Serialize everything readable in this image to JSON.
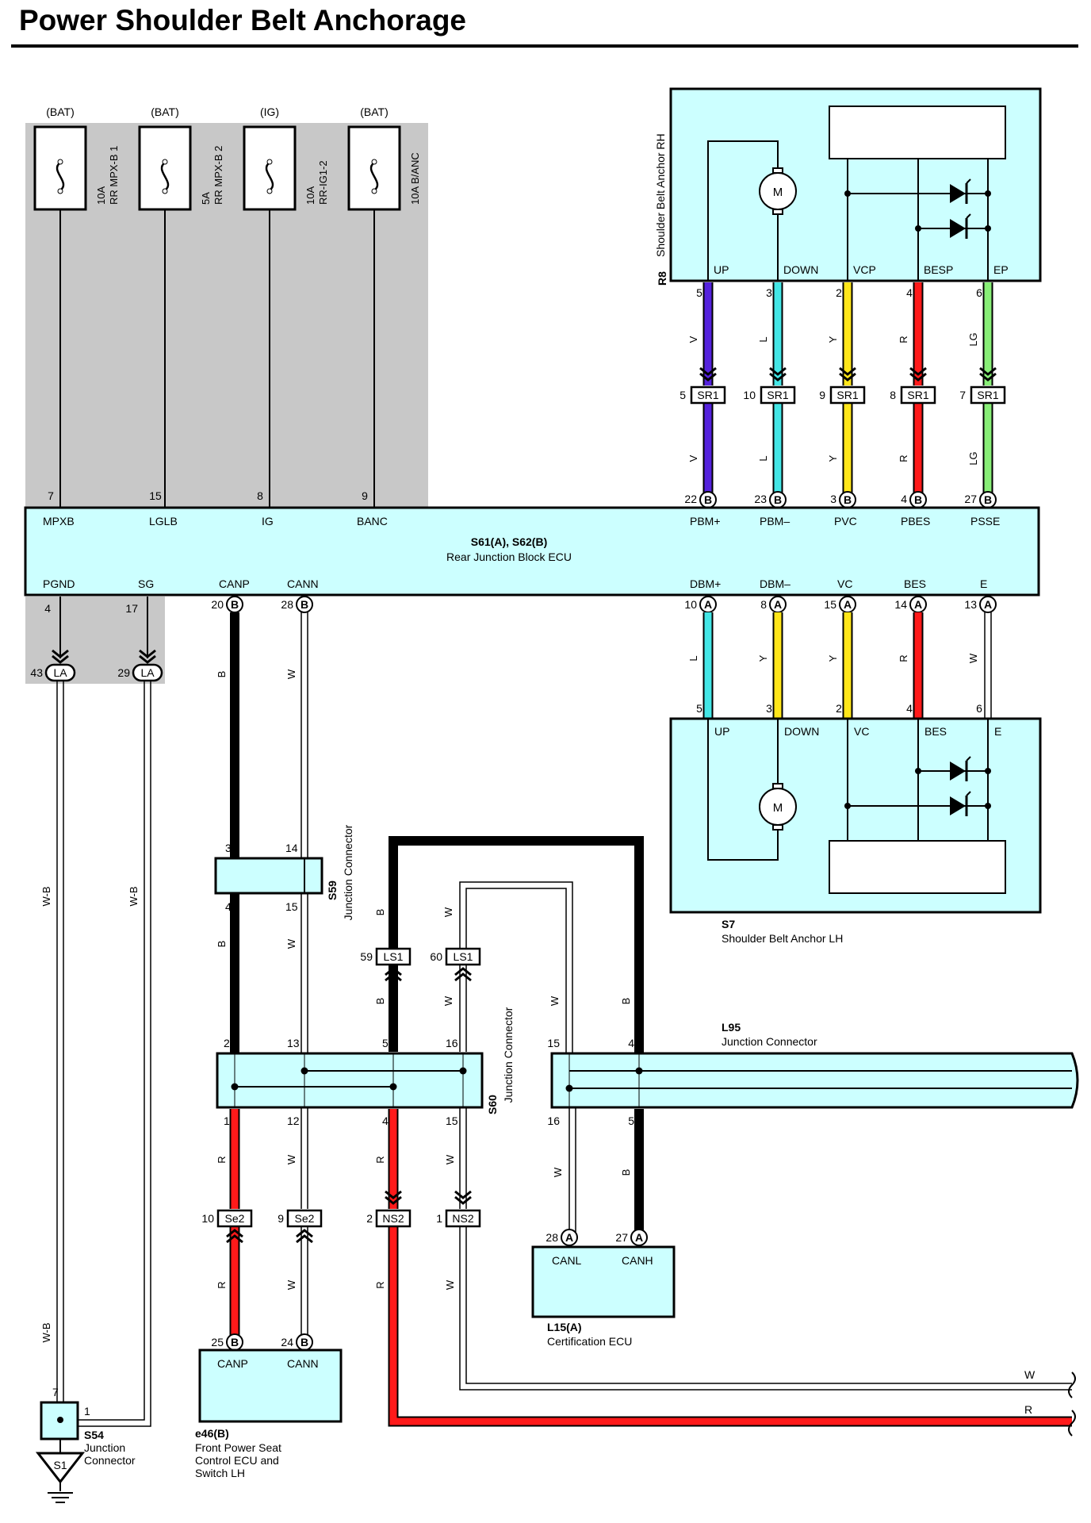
{
  "title": "Power Shoulder Belt Anchorage",
  "colors": {
    "component_fill": "#ccffff",
    "shade": "#c8c8c8",
    "V": "#5522dd",
    "L": "#44e6e6",
    "Y": "#ffe61a",
    "R": "#ff1a1a",
    "LG": "#88ee77",
    "B": "#000000",
    "W": "#ffffff",
    "W-B": "#ffffff"
  },
  "fuses": [
    {
      "source": "(BAT)",
      "rating": "10A",
      "name": "RR MPX-B 1",
      "pin": "7"
    },
    {
      "source": "(BAT)",
      "rating": "5A",
      "name": "RR MPX-B 2",
      "pin": "15"
    },
    {
      "source": "(IG)",
      "rating": "10A",
      "name": "RR-IG1-2",
      "pin": "8"
    },
    {
      "source": "(BAT)",
      "rating": "",
      "name": "10A B/ANC",
      "pin": "9"
    }
  ],
  "ecu": {
    "id": "S61(A), S62(B)",
    "name": "Rear Junction Block ECU",
    "top_terminals": [
      "MPXB",
      "LGLB",
      "IG",
      "BANC",
      "PBM+",
      "PBM–",
      "PVC",
      "PBES",
      "PSSE"
    ],
    "bottom_terminals": [
      "PGND",
      "SG",
      "CANP",
      "CANN",
      "DBM+",
      "DBM–",
      "VC",
      "BES",
      "E"
    ]
  },
  "rh_anchor": {
    "id": "R8",
    "name": "Shoulder Belt Anchor RH",
    "terminals": [
      "UP",
      "DOWN",
      "VCP",
      "BESP",
      "EP"
    ],
    "motor": "M"
  },
  "rh_wires": [
    {
      "pin": "5",
      "color": "V",
      "conn": "SR1",
      "conn_pin": "5",
      "ecu_pin": "22",
      "ecu_conn": "B"
    },
    {
      "pin": "3",
      "color": "L",
      "conn": "SR1",
      "conn_pin": "10",
      "ecu_pin": "23",
      "ecu_conn": "B"
    },
    {
      "pin": "2",
      "color": "Y",
      "conn": "SR1",
      "conn_pin": "9",
      "ecu_pin": "3",
      "ecu_conn": "B"
    },
    {
      "pin": "4",
      "color": "R",
      "conn": "SR1",
      "conn_pin": "8",
      "ecu_pin": "4",
      "ecu_conn": "B"
    },
    {
      "pin": "6",
      "color": "LG",
      "conn": "SR1",
      "conn_pin": "7",
      "ecu_pin": "27",
      "ecu_conn": "B"
    }
  ],
  "lh_anchor": {
    "id": "S7",
    "name": "Shoulder Belt Anchor LH",
    "terminals": [
      "UP",
      "DOWN",
      "VC",
      "BES",
      "E"
    ],
    "motor": "M"
  },
  "lh_wires": [
    {
      "ecu_pin": "10",
      "ecu_conn": "A",
      "color": "L",
      "pin": "5"
    },
    {
      "ecu_pin": "8",
      "ecu_conn": "A",
      "color": "Y",
      "pin": "3"
    },
    {
      "ecu_pin": "15",
      "ecu_conn": "A",
      "color": "Y",
      "pin": "2"
    },
    {
      "ecu_pin": "14",
      "ecu_conn": "A",
      "color": "R",
      "pin": "4"
    },
    {
      "ecu_pin": "13",
      "ecu_conn": "A",
      "color": "W",
      "pin": "6"
    }
  ],
  "ground": {
    "pins": [
      "4",
      "17"
    ],
    "la": [
      {
        "pin": "43",
        "label": "LA"
      },
      {
        "pin": "29",
        "label": "LA"
      }
    ],
    "wire_color": "W-B"
  },
  "can_pins": {
    "canp": {
      "pin": "20",
      "conn": "B"
    },
    "cann": {
      "pin": "28",
      "conn": "B"
    }
  },
  "s59": {
    "id": "S59",
    "name": "Junction Connector",
    "pins": [
      "3",
      "14",
      "4",
      "15"
    ]
  },
  "s60": {
    "id": "S60",
    "name": "Junction Connector",
    "pins_top": [
      "2",
      "13",
      "5",
      "16"
    ],
    "pins_bottom": [
      "1",
      "12",
      "4",
      "15"
    ]
  },
  "ls1": [
    {
      "pin": "59",
      "label": "LS1"
    },
    {
      "pin": "60",
      "label": "LS1"
    }
  ],
  "l95": {
    "id": "L95",
    "name": "Junction Connector",
    "pins_top": [
      "15",
      "4"
    ],
    "pins_bottom": [
      "16",
      "5"
    ]
  },
  "se2": [
    {
      "pin": "10",
      "label": "Se2"
    },
    {
      "pin": "9",
      "label": "Se2"
    }
  ],
  "ns2": [
    {
      "pin": "2",
      "label": "NS2"
    },
    {
      "pin": "1",
      "label": "NS2"
    }
  ],
  "e46": {
    "id": "e46(B)",
    "name_lines": [
      "Front Power Seat",
      "Control ECU and",
      "Switch LH"
    ],
    "terminals": [
      "CANP",
      "CANN"
    ],
    "pins": [
      "25",
      "24"
    ],
    "conn": "B"
  },
  "l15": {
    "id": "L15(A)",
    "name": "Certification ECU",
    "terminals": [
      "CANL",
      "CANH"
    ],
    "pins": [
      "28",
      "27"
    ],
    "conn": "A"
  },
  "s54": {
    "id": "S54",
    "name_lines": [
      "Junction",
      "Connector"
    ],
    "pins": [
      "7",
      "1"
    ],
    "ground": "S1"
  },
  "out_wires": [
    "W",
    "R"
  ]
}
